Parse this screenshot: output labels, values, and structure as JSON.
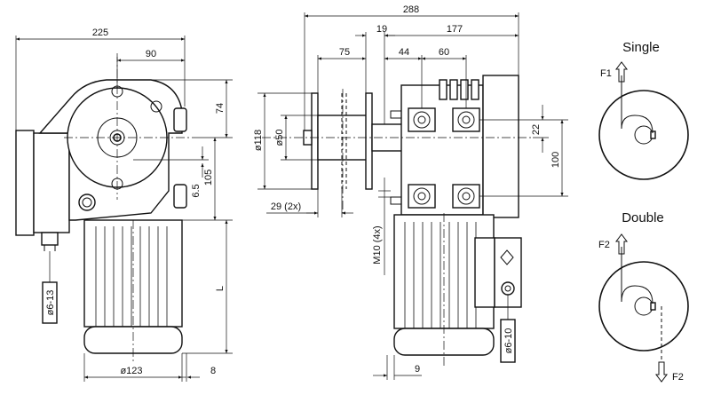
{
  "dimensions": {
    "d225": "225",
    "d90": "90",
    "d74": "74",
    "d105": "105",
    "d6_5": "6.5",
    "dL": "L",
    "d123": "ø123",
    "d8": "8",
    "d6_13": "ø6-13",
    "d288": "288",
    "d19": "19",
    "d177": "177",
    "d75": "75",
    "d44": "44",
    "d60": "60",
    "d118": "ø118",
    "d50": "ø50",
    "d29": "29 (2x)",
    "dM10": "M10 (4x)",
    "d22": "22",
    "d100": "100",
    "d6_10": "ø6-10",
    "d9": "9"
  },
  "legend": {
    "single_title": "Single",
    "double_title": "Double",
    "f1": "F1",
    "f2_top": "F2",
    "f2_bottom": "F2"
  }
}
